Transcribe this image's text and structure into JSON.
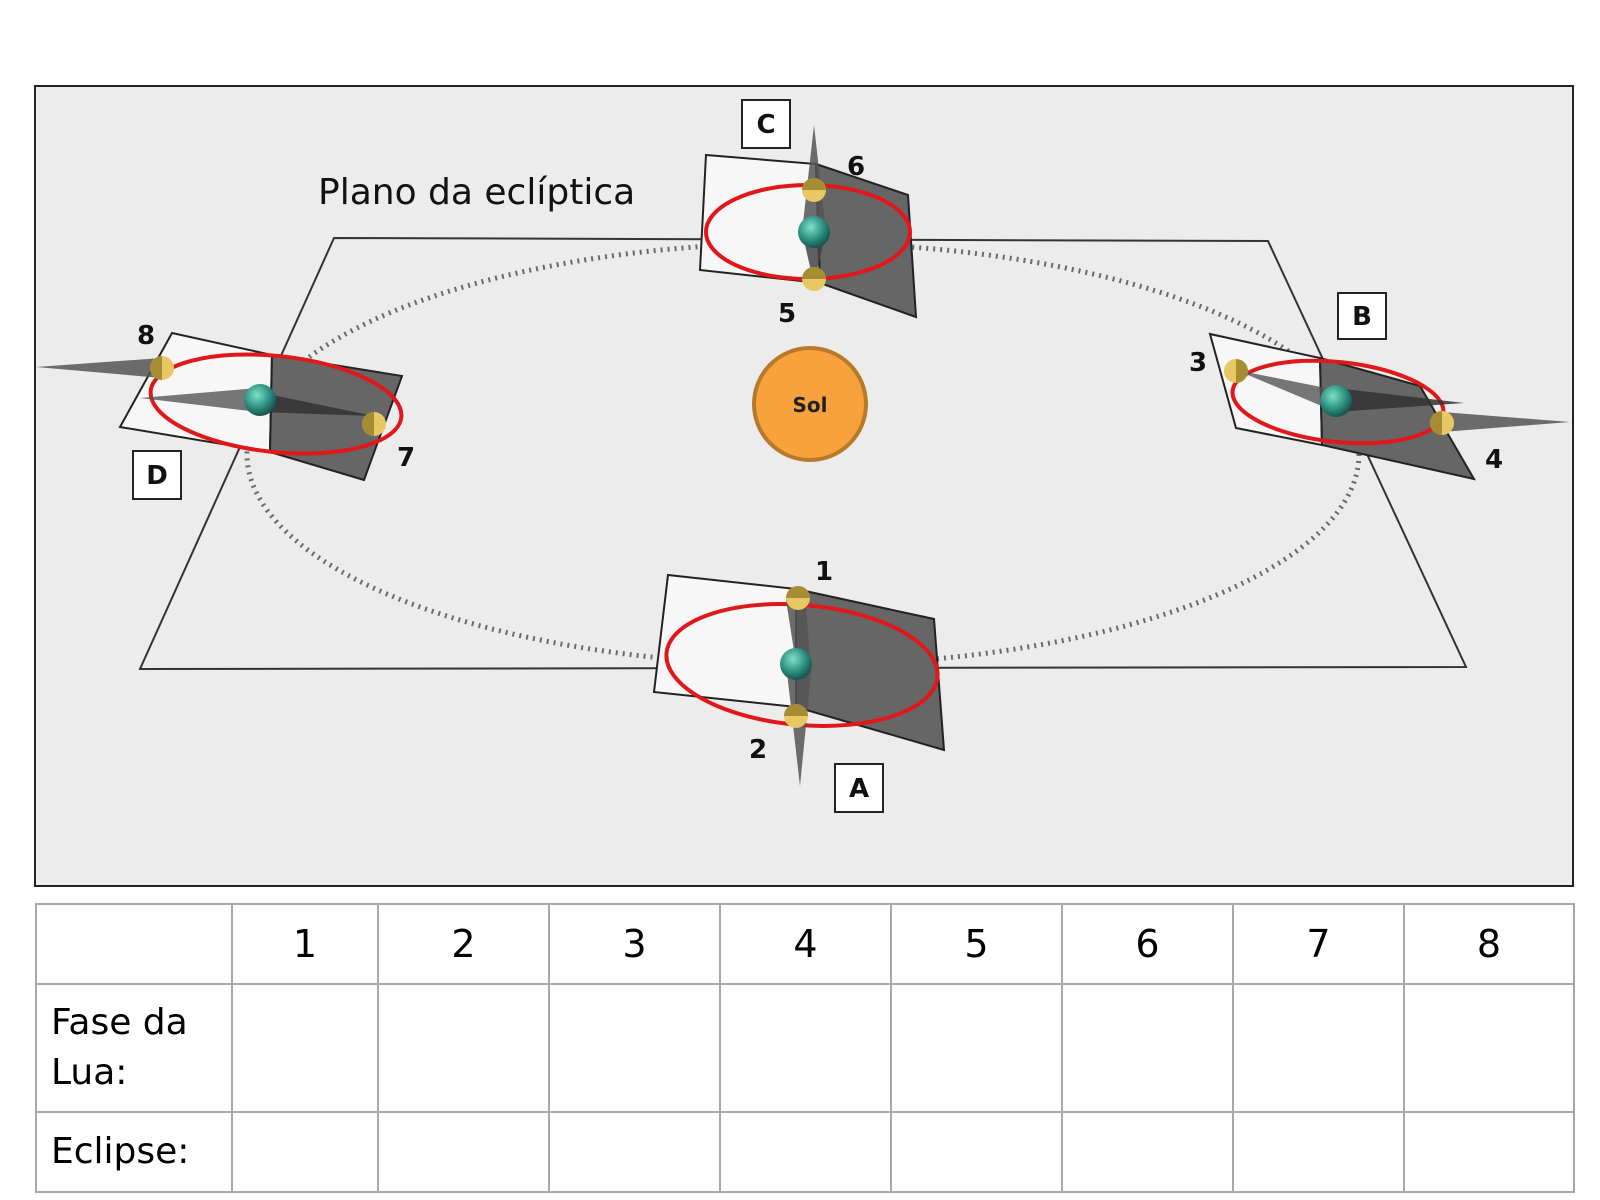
{
  "diagram": {
    "plane_label": "Plano da eclíptica",
    "sun_label": "Sol",
    "positions": [
      {
        "letter": "A"
      },
      {
        "letter": "B"
      },
      {
        "letter": "C"
      },
      {
        "letter": "D"
      }
    ],
    "moon_labels": [
      "1",
      "2",
      "3",
      "4",
      "5",
      "6",
      "7",
      "8"
    ],
    "colors": {
      "background": "#ececec",
      "sun": "#f7a23c",
      "sun_outline": "#b87a2a",
      "moon_orbit": "#e0181c",
      "earth": "#2a8a7c",
      "moon": "#e8c862",
      "shadow": "#5a5a5a"
    }
  },
  "table": {
    "headers": [
      "",
      "1",
      "2",
      "3",
      "4",
      "5",
      "6",
      "7",
      "8"
    ],
    "rows": [
      {
        "label": "Fase da Lua:",
        "cells": [
          "",
          "",
          "",
          "",
          "",
          "",
          "",
          ""
        ]
      },
      {
        "label": "Eclipse:",
        "cells": [
          "",
          "",
          "",
          "",
          "",
          "",
          "",
          ""
        ]
      }
    ]
  }
}
